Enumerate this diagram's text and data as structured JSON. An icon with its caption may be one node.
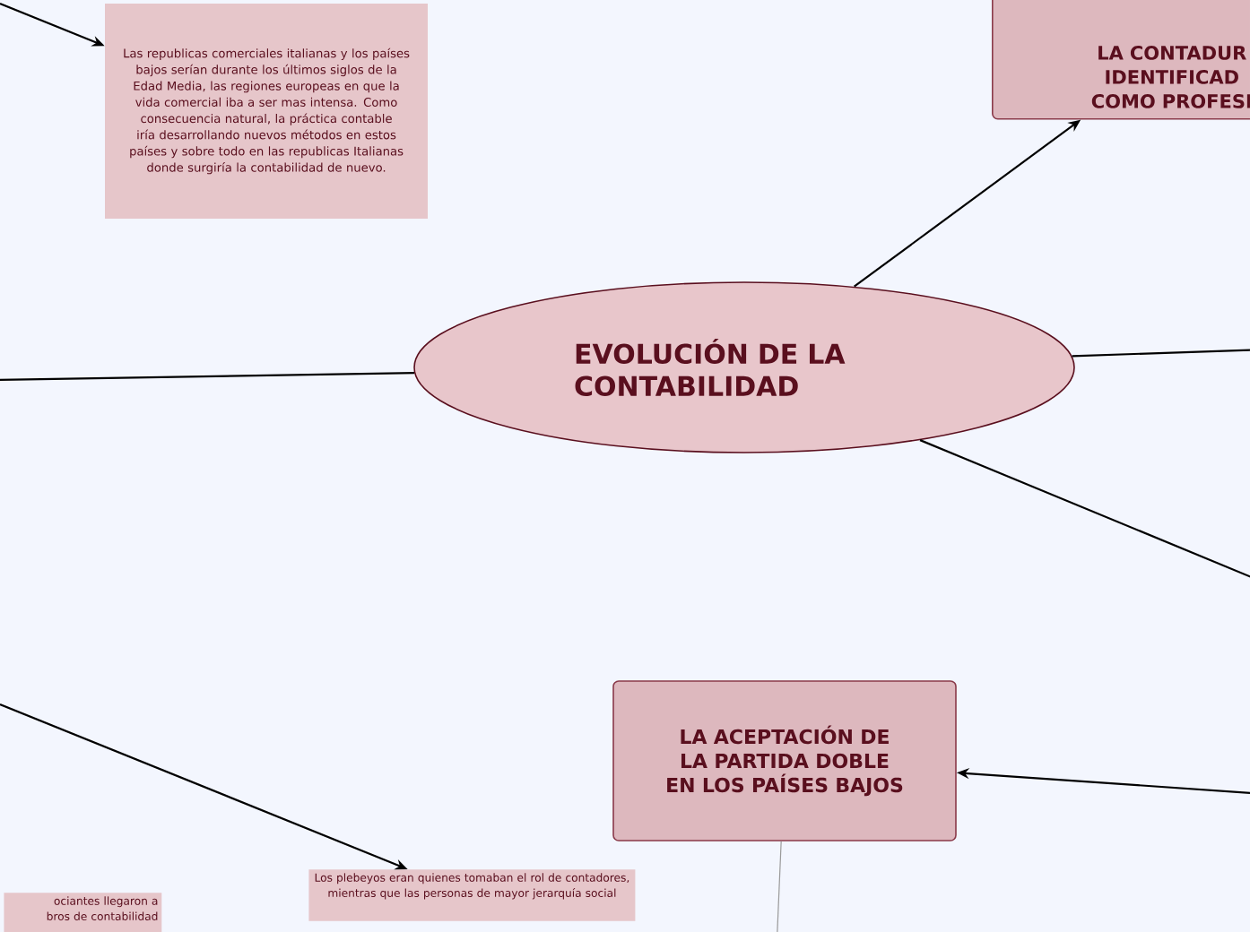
{
  "diagram": {
    "nodes": [
      {
        "text": [
          "EVOLUCIÓN DE LA CONTABILIDAD"
        ]
      },
      {
        "text": [
          "Las republicas comerciales italianas y los países bajos serían durante los últimos siglos de la Edad Media, las regiones europeas en que la vida comercial iba a ser mas intensa. Como consecuencia natural, la práctica contable iría desarrollando nuevos métodos en estos países y sobre todo en las republicas Italianas donde surgiría la contabilidad de nuevo."
        ]
      },
      {
        "text": [
          "LA CONTADUR IDENTIFICAD COMO PROFESI"
        ]
      },
      {
        "text": [
          "LA ACEPTACIÓN DE LA PARTIDA DOBLE EN LOS PAÍSES BAJOS"
        ]
      },
      {
        "text": [
          "Los plebeyos eran quienes tomaban el rol de contadores, mientras que las personas de mayor jerarquía social"
        ]
      },
      {
        "text": [
          "ociantes llegaron a bros de contabilidad"
        ]
      }
    ],
    "edges": [
      {
        "from": null,
        "to": 1,
        "arrow": "to"
      },
      {
        "from": 0,
        "to": 2,
        "arrow": "to"
      },
      {
        "from": 0,
        "to": null,
        "arrow": "none"
      },
      {
        "from": 0,
        "to": null,
        "arrow": "none"
      },
      {
        "from": 0,
        "to": null,
        "arrow": "none"
      },
      {
        "from": null,
        "to": 3,
        "arrow": "to"
      },
      {
        "from": null,
        "to": 4,
        "arrow": "to"
      },
      {
        "from": 3,
        "to": null,
        "arrow": "none",
        "color": "#9a9a9a"
      }
    ]
  }
}
